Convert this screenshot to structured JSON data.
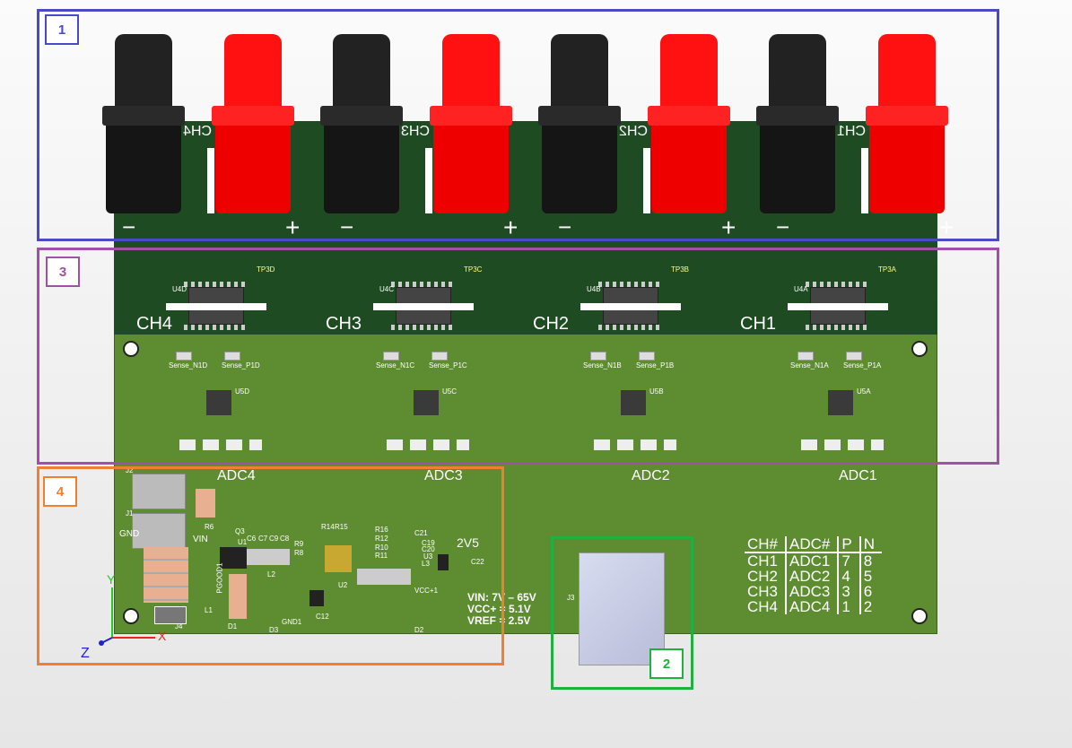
{
  "channels": [
    {
      "ch": "CH4",
      "adc": "ADC4",
      "chip": "U4D",
      "sense_n": "Sense_N1D",
      "sense_p": "Sense_P1D",
      "tp": "TP3D",
      "u5": "U5D"
    },
    {
      "ch": "CH3",
      "adc": "ADC3",
      "chip": "U4C",
      "sense_n": "Sense_N1C",
      "sense_p": "Sense_P1C",
      "tp": "TP3C",
      "u5": "U5C"
    },
    {
      "ch": "CH2",
      "adc": "ADC2",
      "chip": "U4B",
      "sense_n": "Sense_N1B",
      "sense_p": "Sense_P1B",
      "tp": "TP3B",
      "u5": "U5B"
    },
    {
      "ch": "CH1",
      "adc": "ADC1",
      "chip": "U4A",
      "sense_n": "Sense_N1A",
      "sense_p": "Sense_P1A",
      "tp": "TP3A",
      "u5": "U5A"
    }
  ],
  "polarity": {
    "minus": "−",
    "plus": "+"
  },
  "power": {
    "vin": "VIN: 7V – 65V",
    "vcc": "VCC+ = 5.1V",
    "vref": "VREF = 2.5V",
    "v25": "2V5",
    "gnd": "GND",
    "vin_pin": "VIN",
    "pgood": "PGOOD1",
    "gnd1": "GND1",
    "vccp": "VCC+1"
  },
  "parts": [
    "J2",
    "J1",
    "J4",
    "R6",
    "Q3",
    "U1",
    "C6",
    "C7",
    "C9",
    "C8",
    "R14",
    "R15",
    "R16",
    "R12",
    "R10",
    "R11",
    "R9",
    "R8",
    "U2",
    "L2",
    "L1",
    "L3",
    "U3",
    "C21",
    "C19",
    "C20",
    "C22",
    "C12",
    "D1",
    "D2",
    "D3",
    "J3"
  ],
  "table": {
    "header": [
      "CH#",
      "ADC#",
      "P",
      "N"
    ],
    "rows": [
      [
        "CH1",
        "ADC1",
        "7",
        "8"
      ],
      [
        "CH2",
        "ADC2",
        "4",
        "5"
      ],
      [
        "CH3",
        "ADC3",
        "3",
        "6"
      ],
      [
        "CH4",
        "ADC4",
        "1",
        "2"
      ]
    ]
  },
  "axes": {
    "x": "X",
    "y": "Y",
    "z": "Z"
  },
  "regions": [
    {
      "id": "1",
      "color": "#4a4ac8"
    },
    {
      "id": "3",
      "color": "#a050a8"
    },
    {
      "id": "4",
      "color": "#f08030"
    },
    {
      "id": "2",
      "color": "#20b040"
    }
  ]
}
